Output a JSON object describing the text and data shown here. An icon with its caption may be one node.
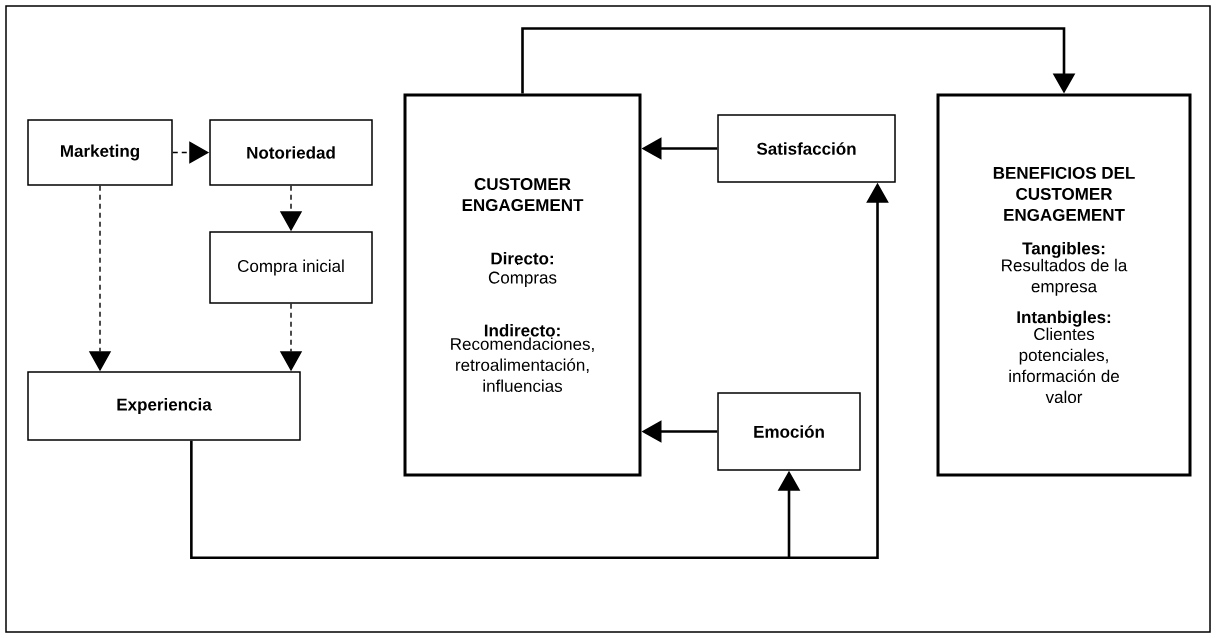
{
  "diagram": {
    "nodes": [
      {
        "text": [
          "Marketing"
        ]
      },
      {
        "text": [
          "Notoriedad"
        ]
      },
      {
        "text": [
          "Compra inicial"
        ]
      },
      {
        "text": [
          "Experiencia"
        ]
      },
      {
        "text": [
          "CUSTOMER ENGAGEMENT",
          "Directo:",
          "Compras",
          "Indirecto:",
          "Recomendaciones, retroalimentación, influencias"
        ]
      },
      {
        "text": [
          "Satisfacción"
        ]
      },
      {
        "text": [
          "Emoción"
        ]
      },
      {
        "text": [
          "BENEFICIOS DEL CUSTOMER ENGAGEMENT",
          "Tangibles:",
          "Resultados de la empresa",
          "Intanbigles:",
          "Clientes potenciales, información de valor"
        ]
      }
    ],
    "edges": [
      {
        "from": 0,
        "to": 1,
        "arrow": "to",
        "style": "dashed"
      },
      {
        "from": 1,
        "to": 2,
        "arrow": "to",
        "style": "dashed"
      },
      {
        "from": 0,
        "to": 3,
        "arrow": "to",
        "style": "dashed"
      },
      {
        "from": 2,
        "to": 3,
        "arrow": "to",
        "style": "dashed"
      },
      {
        "from": 5,
        "to": 4,
        "arrow": "to"
      },
      {
        "from": 6,
        "to": 4,
        "arrow": "to"
      },
      {
        "from": 3,
        "to": 6,
        "arrow": "to"
      },
      {
        "from": 3,
        "to": 5,
        "arrow": "to"
      },
      {
        "from": 4,
        "to": 7,
        "arrow": "to"
      }
    ]
  }
}
